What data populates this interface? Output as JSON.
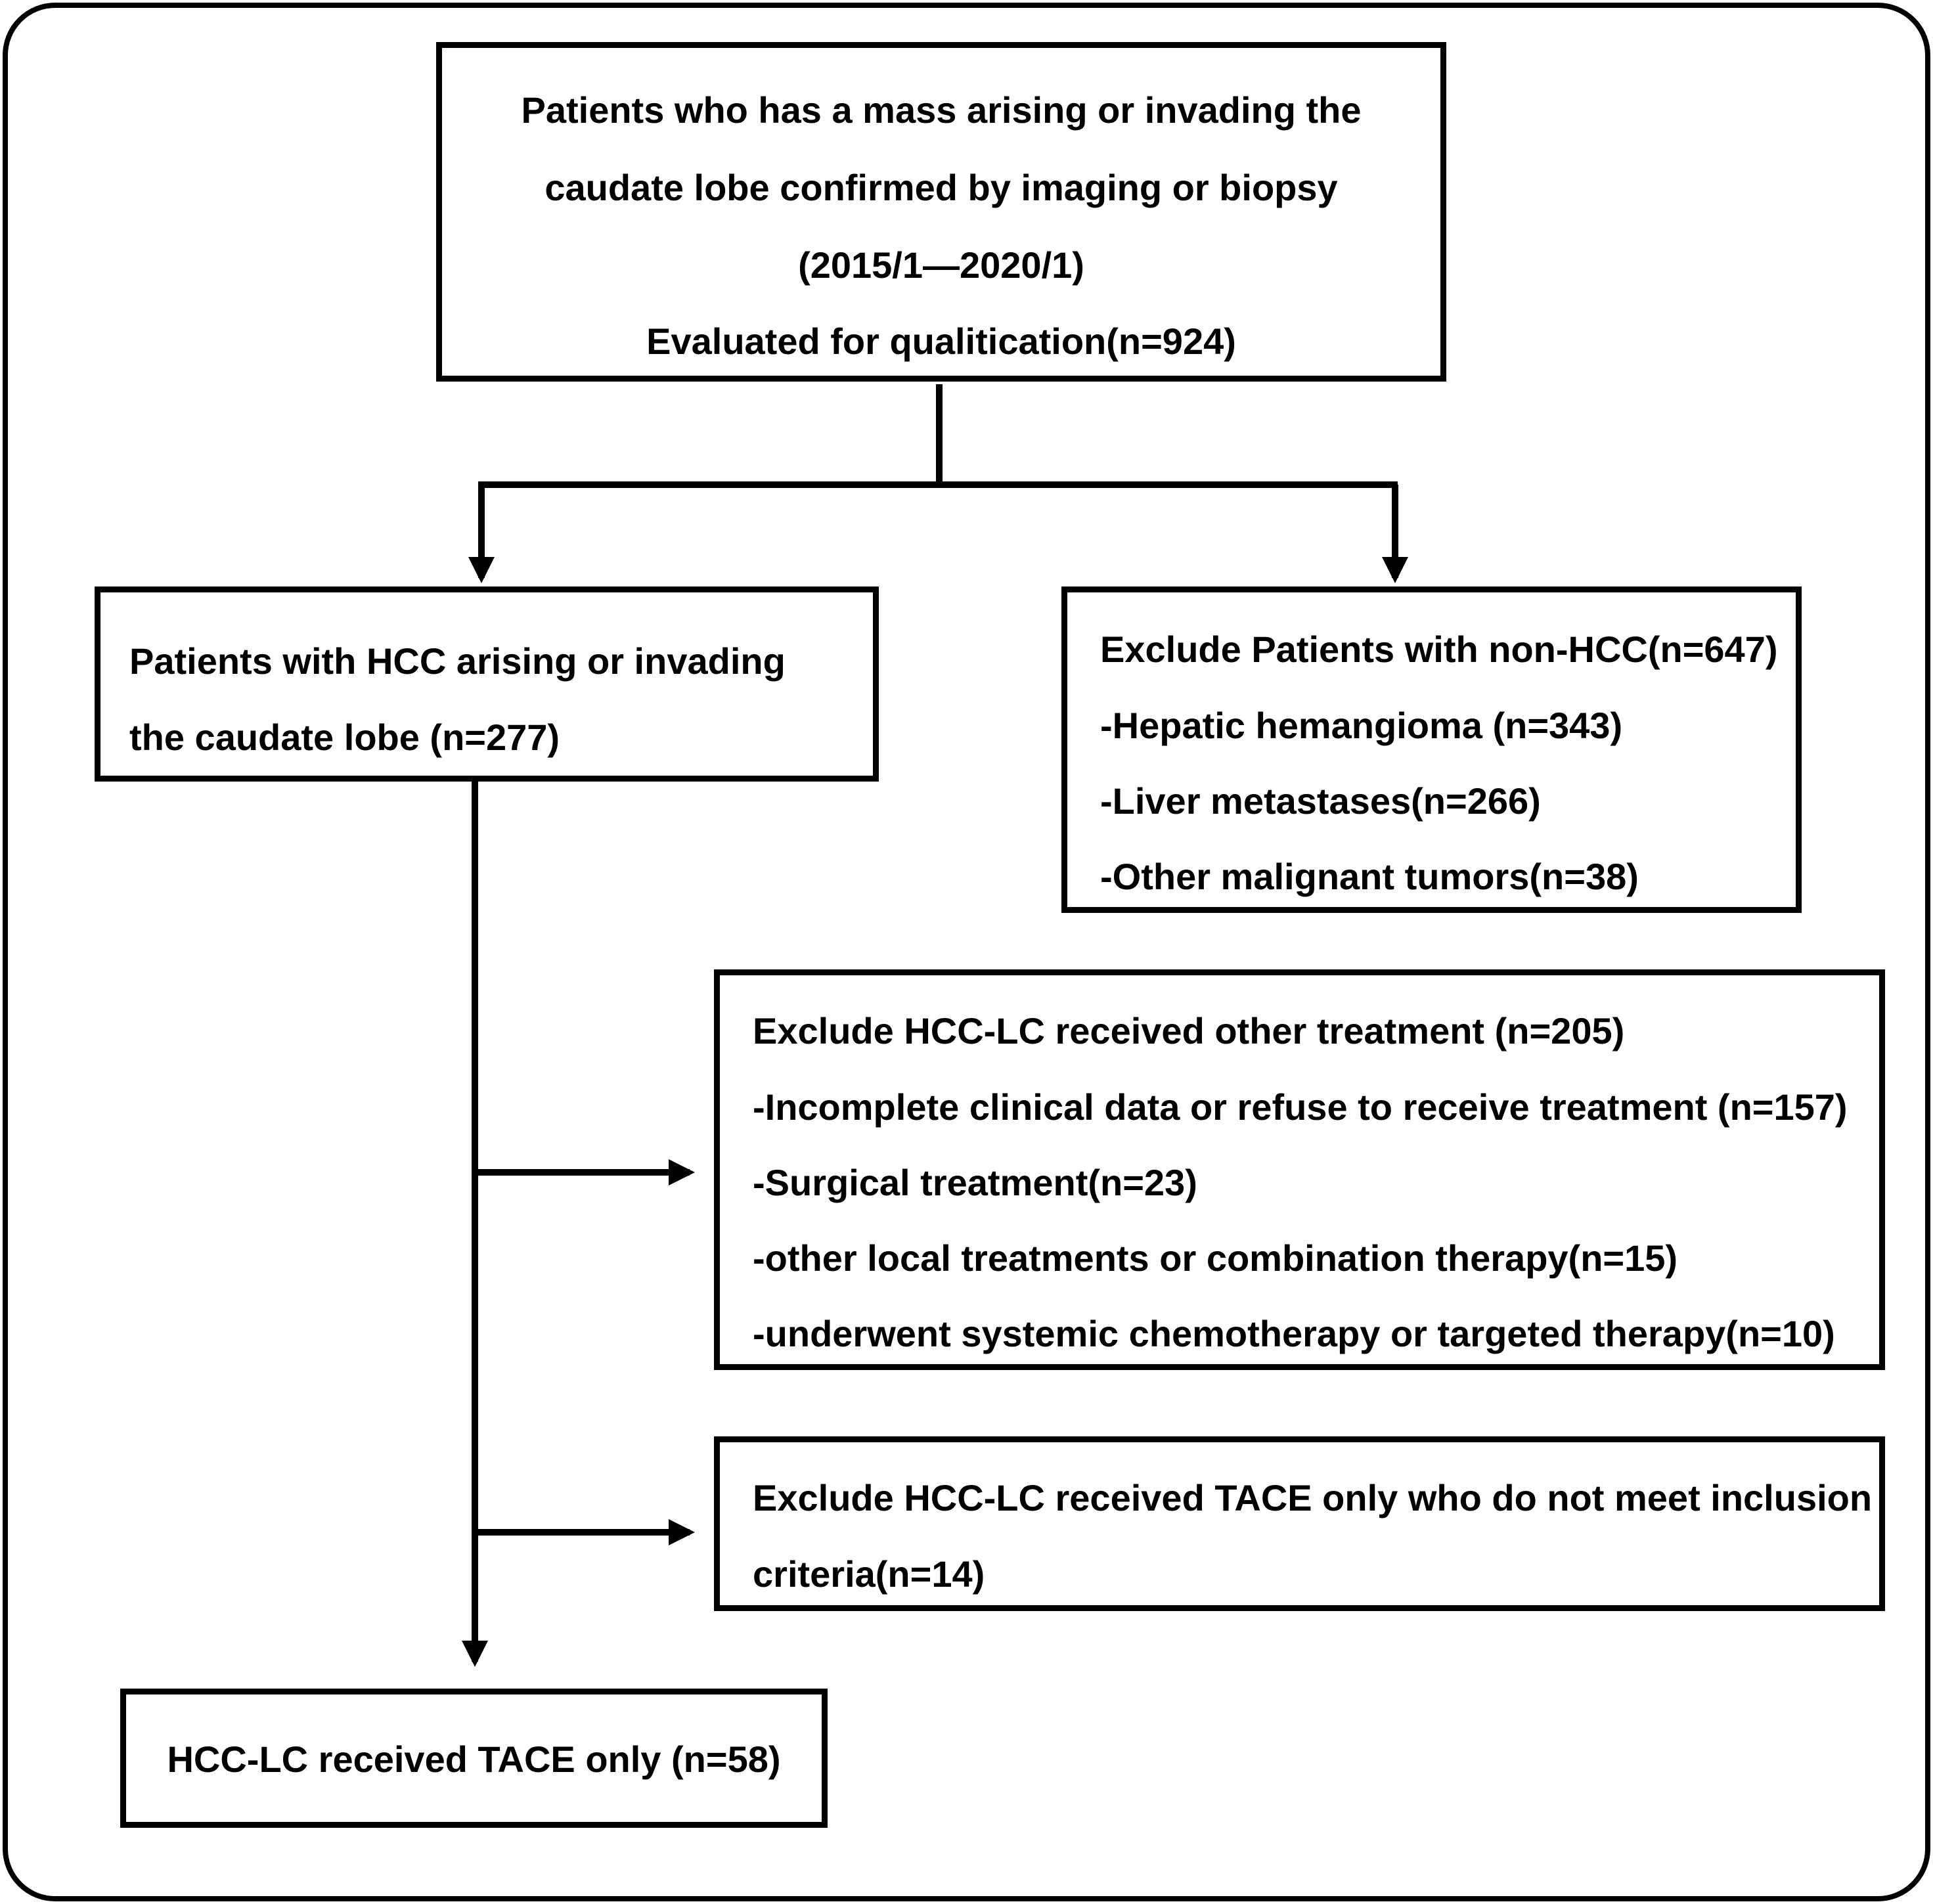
{
  "top_box": {
    "lines": [
      "Patients who has a mass arising or invading the",
      "caudate lobe confirmed by imaging or biopsy",
      "(2015/1—2020/1)",
      "Evaluated for qualitication(n=924)"
    ]
  },
  "hcc_box": {
    "lines": [
      "Patients with HCC arising or invading",
      "the caudate lobe (n=277)"
    ]
  },
  "non_hcc_box": {
    "lines": [
      "Exclude Patients with non-HCC(n=647)",
      "-Hepatic hemangioma (n=343)",
      "-Liver metastases(n=266)",
      "-Other malignant tumors(n=38)"
    ]
  },
  "other_treatment_box": {
    "lines": [
      "Exclude HCC-LC received other treatment (n=205)",
      "-Incomplete clinical data or refuse to receive treatment (n=157)",
      "-Surgical treatment(n=23)",
      "-other local treatments or combination therapy(n=15)",
      "-underwent systemic chemotherapy or targeted therapy(n=10)"
    ]
  },
  "criteria_box": {
    "lines": [
      "Exclude HCC-LC received TACE only who do not meet inclusion",
      "criteria(n=14)"
    ]
  },
  "final_box": {
    "lines": [
      "HCC-LC received  TACE only (n=58)"
    ]
  }
}
